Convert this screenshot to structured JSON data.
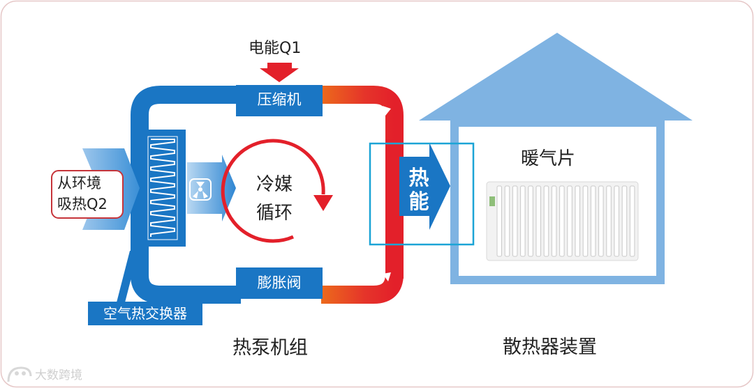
{
  "labels": {
    "electric_energy": "电能Q1",
    "compressor": "压缩机",
    "expansion_valve": "膨胀阀",
    "refrigerant_line1": "冷媒",
    "refrigerant_line2": "循环",
    "ambient_line1": "从环境",
    "ambient_line2": "吸热Q2",
    "heat_char1": "热",
    "heat_char2": "能",
    "air_heat_exchanger": "空气热交换器",
    "radiator": "暖气片",
    "heat_pump_unit": "热泵机组",
    "heat_dissipation_device": "散热器装置"
  },
  "watermark": "大数跨境",
  "colors": {
    "blue": "#1a76c4",
    "light_blue": "#7fb3e2",
    "red": "#e3202a",
    "orange": "#ec6a1c",
    "cyan_outline": "#1ba4d6"
  }
}
